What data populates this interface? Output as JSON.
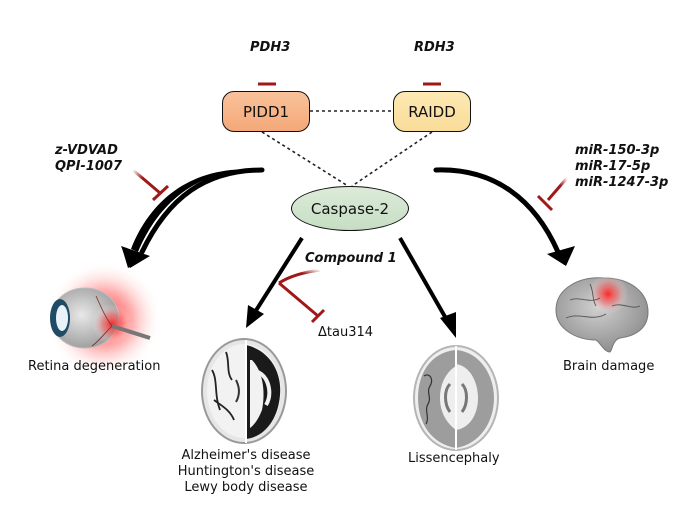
{
  "diagram": {
    "nodes": {
      "pidd1": "PIDD1",
      "raidd": "RAIDD",
      "caspase2": "Caspase-2"
    },
    "inhibitors": {
      "pidd1": "PDH3",
      "raidd": "RDH3",
      "retina": [
        "z-VDVAD",
        "QPI-1007"
      ],
      "brain_damage": [
        "miR-150-3p",
        "miR-17-5p",
        "miR-1247-3p"
      ],
      "compound": "Compound 1",
      "compound_target": "Δtau314"
    },
    "outcomes": {
      "retina": "Retina degeneration",
      "neuro": [
        "Alzheimer's disease",
        "Huntington's disease",
        "Lewy body disease"
      ],
      "lissencephaly": "Lissencephaly",
      "brain_damage": "Brain damage"
    },
    "colors": {
      "inhibitor": "#a01818",
      "pidd1_fill": "#f6b183",
      "raidd_fill": "#fbe3a6",
      "caspase_fill": "#d2e5cf",
      "arrow": "#000000"
    }
  }
}
